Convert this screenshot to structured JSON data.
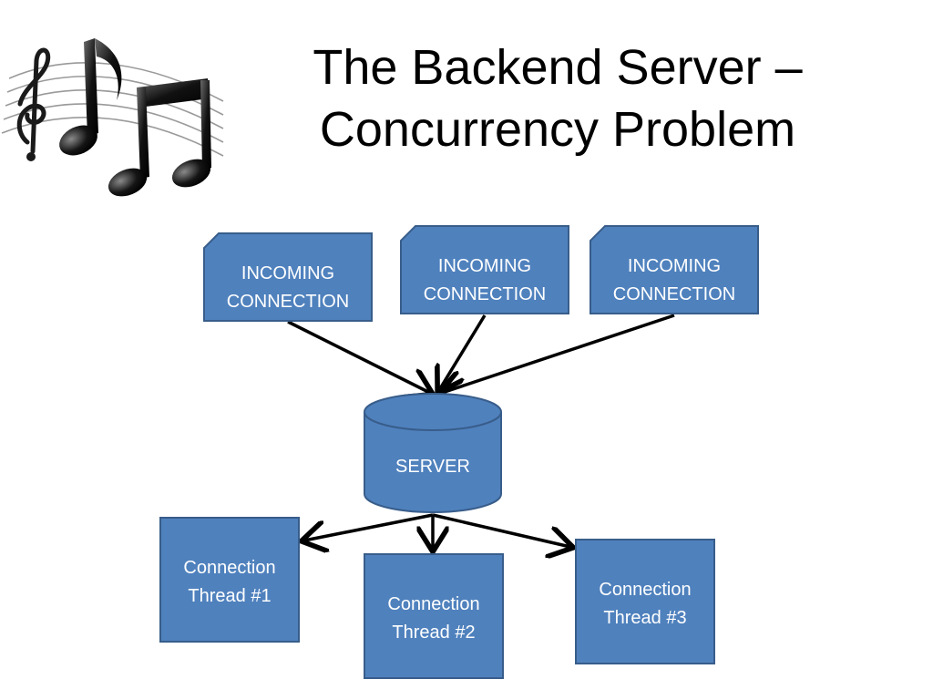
{
  "slide": {
    "title_line1": "The Backend Server –",
    "title_line2": "Concurrency Problem",
    "decoration": "music-notes-icon"
  },
  "colors": {
    "node_fill": "#4f81bd",
    "node_stroke": "#385d8a",
    "arrow": "#000000"
  },
  "diagram": {
    "incoming": [
      {
        "line1": "INCOMING",
        "line2": "CONNECTION"
      },
      {
        "line1": "INCOMING",
        "line2": "CONNECTION"
      },
      {
        "line1": "INCOMING",
        "line2": "CONNECTION"
      }
    ],
    "server": {
      "label": "SERVER"
    },
    "threads": [
      {
        "line1": "Connection",
        "line2": "Thread #1"
      },
      {
        "line1": "Connection",
        "line2": "Thread #2"
      },
      {
        "line1": "Connection",
        "line2": "Thread #3"
      }
    ]
  }
}
